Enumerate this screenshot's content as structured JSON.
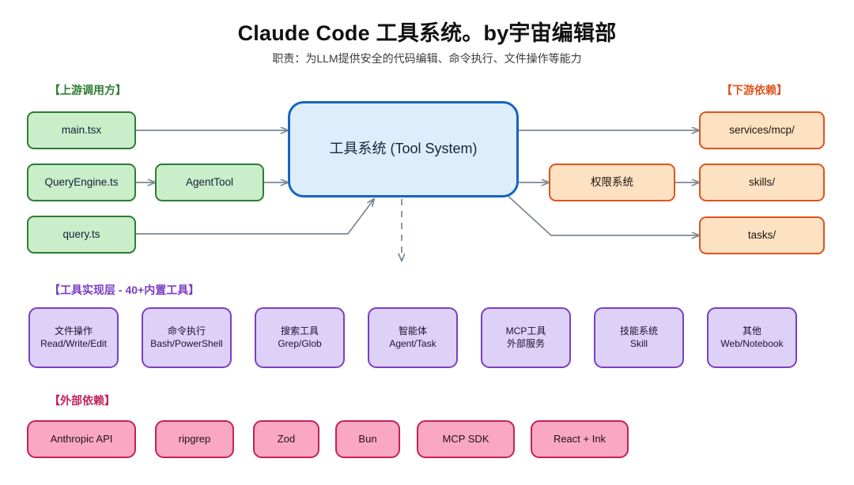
{
  "header": {
    "title": "Claude Code 工具系统。by宇宙编辑部",
    "subtitle": "职责：为LLM提供安全的代码编辑、命令执行、文件操作等能力"
  },
  "colors": {
    "green_border": "#2e7d32",
    "green_fill": "#c9eec9",
    "blue_border": "#1565c0",
    "blue_fill": "#deedfb",
    "orange_border": "#e0531d",
    "orange_fill": "#fce1c2",
    "purple_border": "#7b3fc4",
    "purple_fill": "#ddd1f7",
    "pink_border": "#c2215b",
    "pink_fill": "#f9a7c2",
    "edge": "#7b8794"
  },
  "sections": {
    "upstream": {
      "label": "【上游调用方】",
      "color": "#2e7d32"
    },
    "downstream": {
      "label": "【下游依赖】",
      "color": "#e0531d"
    },
    "tools": {
      "label": "【工具实现层 - 40+内置工具】",
      "color": "#7b3fc4"
    },
    "external": {
      "label": "【外部依赖】",
      "color": "#c2215b"
    }
  },
  "upstream_nodes": [
    {
      "label": "main.tsx"
    },
    {
      "label": "QueryEngine.ts"
    },
    {
      "label": "AgentTool"
    },
    {
      "label": "query.ts"
    }
  ],
  "core": {
    "label": "工具系统 (Tool System)"
  },
  "permission": {
    "label": "权限系统"
  },
  "downstream_nodes": [
    {
      "label": "services/mcp/"
    },
    {
      "label": "skills/"
    },
    {
      "label": "tasks/"
    }
  ],
  "tool_nodes": [
    {
      "line1": "文件操作",
      "line2": "Read/Write/Edit"
    },
    {
      "line1": "命令执行",
      "line2": "Bash/PowerShell"
    },
    {
      "line1": "搜索工具",
      "line2": "Grep/Glob"
    },
    {
      "line1": "智能体",
      "line2": "Agent/Task"
    },
    {
      "line1": "MCP工具",
      "line2": "外部服务"
    },
    {
      "line1": "技能系统",
      "line2": "Skill"
    },
    {
      "line1": "其他",
      "line2": "Web/Notebook"
    }
  ],
  "external_nodes": [
    {
      "label": "Anthropic API"
    },
    {
      "label": "ripgrep"
    },
    {
      "label": "Zod"
    },
    {
      "label": "Bun"
    },
    {
      "label": "MCP SDK"
    },
    {
      "label": "React + Ink"
    }
  ]
}
